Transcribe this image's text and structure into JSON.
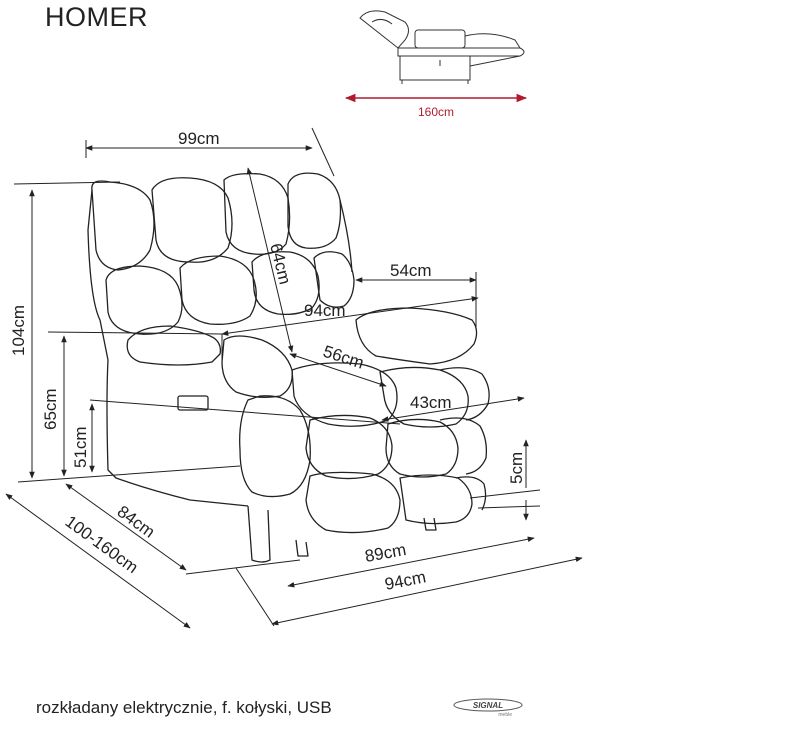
{
  "title": "HOMER",
  "footer": "rozkładany elektrycznie, f. kołyski, USB",
  "logo": {
    "brand": "SIGNAL",
    "sub": "meble",
    "icon": "signal-meble-logo"
  },
  "colors": {
    "line": "#222222",
    "accent": "#b01c2e"
  },
  "recline": {
    "length": "160cm",
    "icon": "reclined-chair-thumbnail"
  },
  "dimensions": {
    "back_width": "99cm",
    "seat_height_back": "64cm",
    "arm_depth": "54cm",
    "inner_width": "94cm",
    "seat_depth": "56cm",
    "seat_width": "43cm",
    "total_height": "104cm",
    "arm_height": "65cm",
    "seat_height": "51cm",
    "leg_height": "5cm",
    "depth": "84cm",
    "depth_reclined": "100-160cm",
    "base_width": "89cm",
    "total_width": "94cm"
  }
}
